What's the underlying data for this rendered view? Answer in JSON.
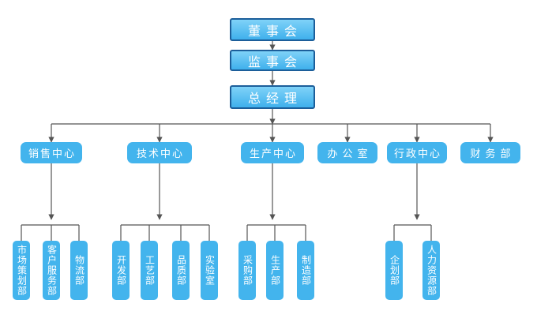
{
  "top": {
    "board": "董事会",
    "supervisors": "监事会",
    "gm": "总经理"
  },
  "departments": {
    "sales": "销售中心",
    "tech": "技术中心",
    "production": "生产中心",
    "office": "办公室",
    "admin": "行政中心",
    "finance": "财务部"
  },
  "sales_units": [
    "市场策划部",
    "客户服务部",
    "物流部"
  ],
  "tech_units": [
    "开发部",
    "工艺部",
    "品质部",
    "实验室"
  ],
  "production_units": [
    "采购部",
    "生产部",
    "制造部"
  ],
  "admin_units": [
    "企划部",
    "人力资源部"
  ],
  "colors": {
    "box": "#43b4ed",
    "border": "#1c5e9a",
    "line": "#555555"
  }
}
